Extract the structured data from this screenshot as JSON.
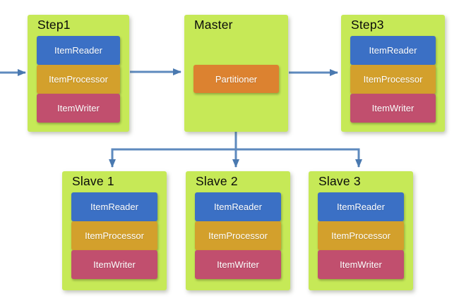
{
  "diagram": {
    "nodes": [
      {
        "id": "step1",
        "title": "Step1",
        "components": [
          {
            "type": "reader",
            "label": "ItemReader"
          },
          {
            "type": "processor",
            "label": "ItemProcessor"
          },
          {
            "type": "writer",
            "label": "ItemWriter"
          }
        ]
      },
      {
        "id": "master",
        "title": "Master",
        "components": [
          {
            "type": "partitioner",
            "label": "Partitioner"
          }
        ]
      },
      {
        "id": "step3",
        "title": "Step3",
        "components": [
          {
            "type": "reader",
            "label": "ItemReader"
          },
          {
            "type": "processor",
            "label": "ItemProcessor"
          },
          {
            "type": "writer",
            "label": "ItemWriter"
          }
        ]
      },
      {
        "id": "slave1",
        "title": "Slave 1",
        "components": [
          {
            "type": "reader",
            "label": "ItemReader"
          },
          {
            "type": "processor",
            "label": "ItemProcessor"
          },
          {
            "type": "writer",
            "label": "ItemWriter"
          }
        ]
      },
      {
        "id": "slave2",
        "title": "Slave 2",
        "components": [
          {
            "type": "reader",
            "label": "ItemReader"
          },
          {
            "type": "processor",
            "label": "ItemProcessor"
          },
          {
            "type": "writer",
            "label": "ItemWriter"
          }
        ]
      },
      {
        "id": "slave3",
        "title": "Slave 3",
        "components": [
          {
            "type": "reader",
            "label": "ItemReader"
          },
          {
            "type": "processor",
            "label": "ItemProcessor"
          },
          {
            "type": "writer",
            "label": "ItemWriter"
          }
        ]
      }
    ],
    "arrows": [
      {
        "from": "external",
        "to": "step1"
      },
      {
        "from": "step1",
        "to": "master"
      },
      {
        "from": "master",
        "to": "step3"
      },
      {
        "from": "master",
        "to": "slave1"
      },
      {
        "from": "master",
        "to": "slave2"
      },
      {
        "from": "master",
        "to": "slave3"
      }
    ],
    "colors": {
      "node_background": "#c6e957",
      "reader": "#3b70c5",
      "processor": "#d3a02c",
      "writer": "#c14f6e",
      "partitioner": "#dc8230",
      "arrow_line": "#5e8abe",
      "arrow_head": "#4a79b0",
      "title_text": "#0a0a0a",
      "component_text": "#ffffff"
    }
  }
}
